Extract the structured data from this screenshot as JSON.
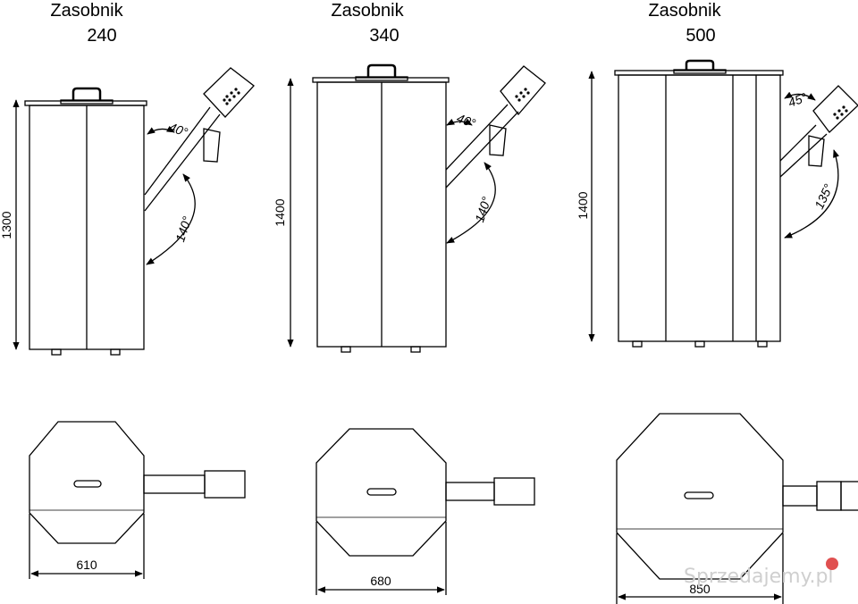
{
  "hoppers": [
    {
      "title_line1": "Zasobnik",
      "title_line2": "240",
      "height_label": "1300",
      "width_label": "610",
      "angle_top": "40°",
      "angle_bottom": "140°"
    },
    {
      "title_line1": "Zasobnik",
      "title_line2": "340",
      "height_label": "1400",
      "width_label": "680",
      "angle_top": "40°",
      "angle_bottom": "140°"
    },
    {
      "title_line1": "Zasobnik",
      "title_line2": "500",
      "height_label": "1400",
      "width_label": "850",
      "angle_top": "45°",
      "angle_bottom": "135°"
    }
  ],
  "watermark": "Sprzedajemy.pl",
  "colors": {
    "line": "#000000",
    "watermark": "#cfcfcf",
    "watermark_dot": "#e05050"
  }
}
